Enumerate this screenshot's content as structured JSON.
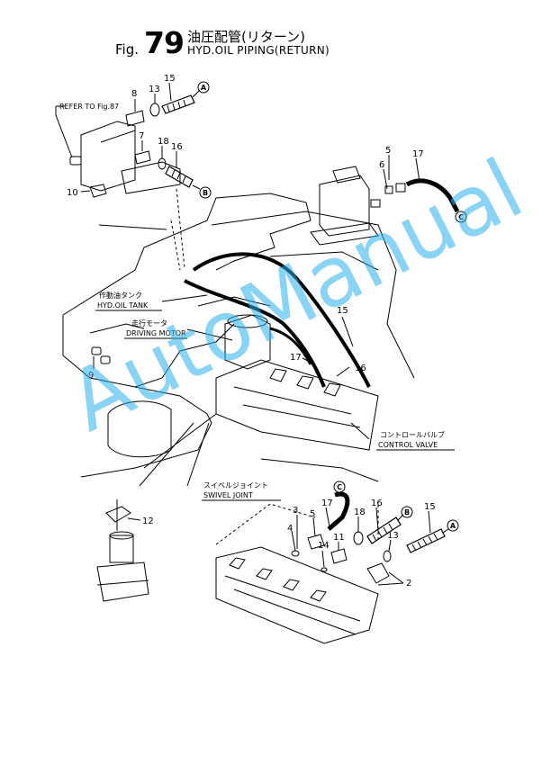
{
  "header": {
    "fig_word": "Fig.",
    "fig_number": "79",
    "title_jp": "油圧配管(リターン)",
    "title_en": "HYD.OIL PIPING(RETURN)"
  },
  "refer": "REFER TO Fig.87",
  "labels": {
    "tank_jp": "作動油タンク",
    "tank_en": "HYD.OIL TANK",
    "motor_jp": "走行モータ",
    "motor_en": "DRIVING MOTOR",
    "valve_jp": "コントロールバルブ",
    "valve_en": "CONTROL VALVE",
    "swivel_jp": "スイベルジョイント",
    "swivel_en": "SWIVEL JOINT"
  },
  "connectors": {
    "a": "A",
    "b": "B",
    "c": "C"
  },
  "callouts": {
    "n15_top": "15",
    "n13_top": "13",
    "n8": "8",
    "n7": "7",
    "n18_top": "18",
    "n16_top": "16",
    "n10": "10",
    "n5_top": "5",
    "n6": "6",
    "n17_top": "17",
    "n15_mid": "15",
    "n17_mid": "17",
    "n16_mid": "16",
    "n9": "9",
    "n12": "12",
    "n17_bot": "17",
    "n3": "3",
    "n4": "4",
    "n5_bot": "5",
    "n14": "14",
    "n11": "11",
    "n18_bot": "18",
    "n16_bot": "16",
    "n15_bot": "15",
    "n13_bot": "13",
    "n2": "2"
  },
  "watermark": "AutoManual",
  "colors": {
    "ink": "#000000",
    "watermark": "#29b0ec"
  }
}
